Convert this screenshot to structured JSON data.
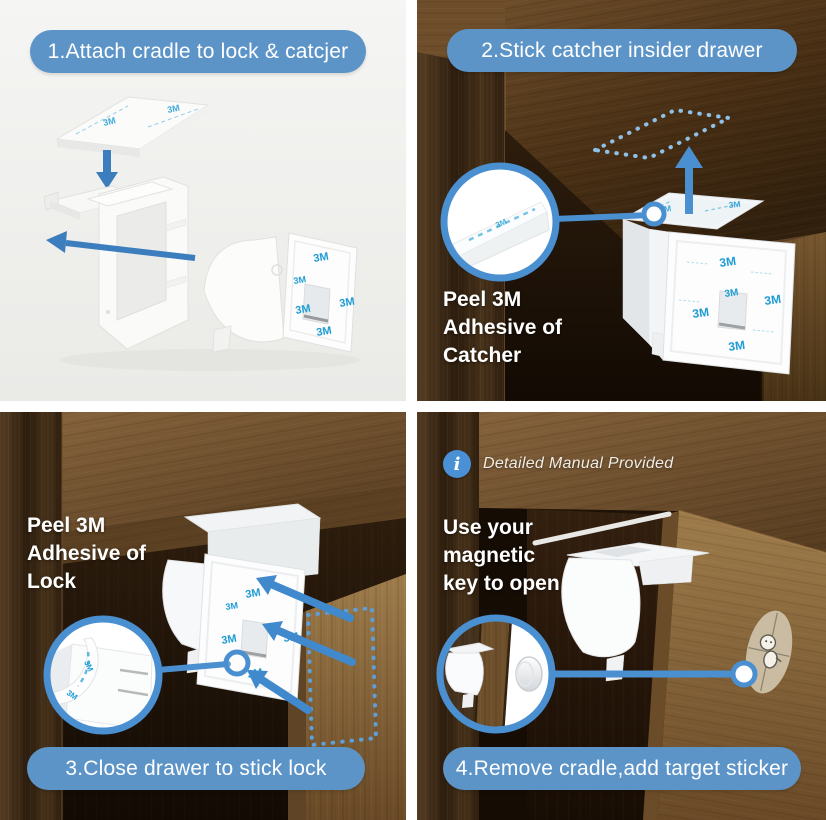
{
  "labels": {
    "m3": "3M"
  },
  "colors": {
    "banner_blue": "#5d94c8",
    "accent_blue": "#4a8fd0",
    "arrow_blue": "#3c7dbd",
    "tape_blue": "#1f9cd3",
    "dotted_outline_blue": "#8fc0e8",
    "panel1_background": "#f2f2f0",
    "wood_dark": "#33220f",
    "wood_mid": "#6a4b29",
    "wood_light": "#9a784a"
  },
  "panels": {
    "step1": {
      "banner": "1.Attach cradle to lock & catcjer"
    },
    "step2": {
      "banner": "2.Stick catcher insider drawer",
      "note": "Peel 3M\nAdhesive of\nCatcher"
    },
    "step3": {
      "banner": "3.Close drawer to stick lock",
      "note": "Peel 3M\nAdhesive of\nLock"
    },
    "step4": {
      "banner": "4.Remove cradle,add target sticker",
      "note": "Use your\nmagnetic\nkey to open",
      "manual_note": "Detailed Manual Provided",
      "info_icon_glyph": "i"
    }
  }
}
